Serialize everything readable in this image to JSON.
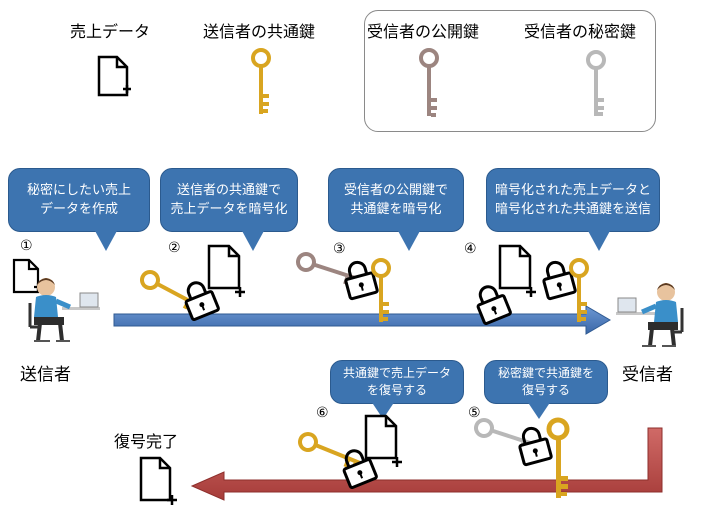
{
  "legend": {
    "sales_data": "売上データ",
    "sender_common_key": "送信者の共通鍵",
    "receiver_public_key": "受信者の公開鍵",
    "receiver_secret_key": "受信者の秘密鍵"
  },
  "callouts": {
    "c1": [
      "秘密にしたい売上",
      "データを作成"
    ],
    "c2": [
      "送信者の共通鍵で",
      "売上データを暗号化"
    ],
    "c3": [
      "受信者の公開鍵で",
      "共通鍵を暗号化"
    ],
    "c4": [
      "暗号化された売上データと",
      "暗号化された共通鍵を送信"
    ],
    "c5": [
      "秘密鍵で共通鍵を",
      "復号する"
    ],
    "c6": [
      "共通鍵で売上データ",
      "を復号する"
    ]
  },
  "steps": [
    "①",
    "②",
    "③",
    "④",
    "⑤",
    "⑥"
  ],
  "actors": {
    "sender": "送信者",
    "receiver": "受信者"
  },
  "complete_label": "復号完了",
  "colors": {
    "callout_fill": "#3d74b0",
    "forward_arrow": "#3f6fb5",
    "return_arrow": "#c0504d",
    "gold_key": "#d9a520",
    "bronze_key": "#9c8580",
    "silver_key": "#b8b8b8"
  }
}
